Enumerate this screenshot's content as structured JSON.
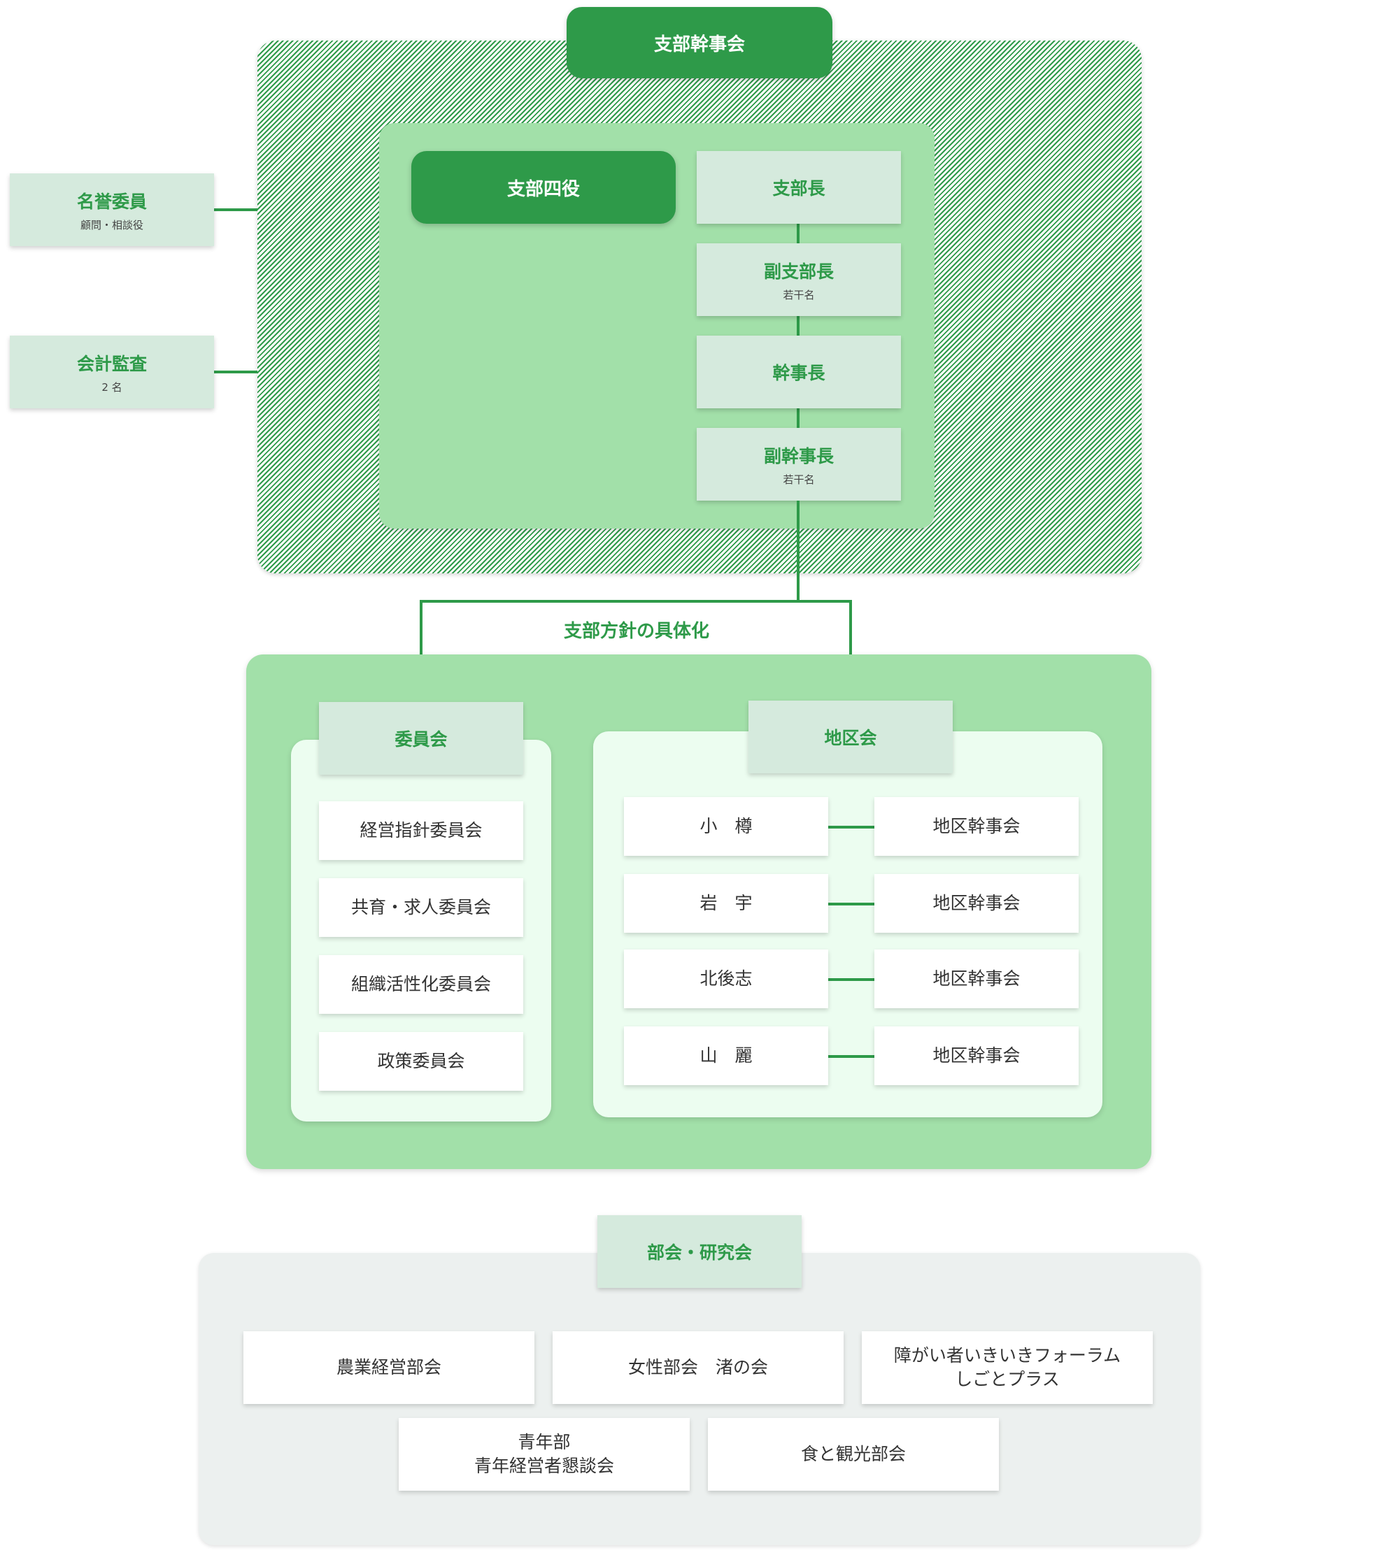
{
  "council": {
    "title": "支部幹事会"
  },
  "executives": {
    "group_label": "支部四役",
    "roles": [
      {
        "title": "支部長",
        "sub": ""
      },
      {
        "title": "副支部長",
        "sub": "若干名"
      },
      {
        "title": "幹事長",
        "sub": ""
      },
      {
        "title": "副幹事長",
        "sub": "若干名"
      }
    ]
  },
  "side_roles": [
    {
      "title": "名誉委員",
      "sub": "顧問・相談役"
    },
    {
      "title": "会計監査",
      "sub": "2 名"
    }
  ],
  "policy_caption": "支部方針の具体化",
  "committees": {
    "title": "委員会",
    "items": [
      "経営指針委員会",
      "共育・求人委員会",
      "組織活性化委員会",
      "政策委員会"
    ]
  },
  "districts": {
    "title": "地区会",
    "rows": [
      {
        "name": "小　樽",
        "council": "地区幹事会"
      },
      {
        "name": "岩　宇",
        "council": "地区幹事会"
      },
      {
        "name": "北後志",
        "council": "地区幹事会"
      },
      {
        "name": "山　麗",
        "council": "地区幹事会"
      }
    ]
  },
  "sections": {
    "title": "部会・研究会",
    "items": [
      {
        "line1": "農業経営部会",
        "line2": ""
      },
      {
        "line1": "女性部会　渚の会",
        "line2": ""
      },
      {
        "line1": "障がい者いきいきフォーラム",
        "line2": "しごとプラス"
      },
      {
        "line1": "青年部",
        "line2": "青年経営者懇談会"
      },
      {
        "line1": "食と観光部会",
        "line2": ""
      }
    ]
  },
  "colors": {
    "dark_green": "#2e9a49",
    "light_green": "#a2e0a9",
    "pale": "#d5eadd",
    "mint": "#ecfdf0",
    "grey": "#ecf0ef"
  }
}
